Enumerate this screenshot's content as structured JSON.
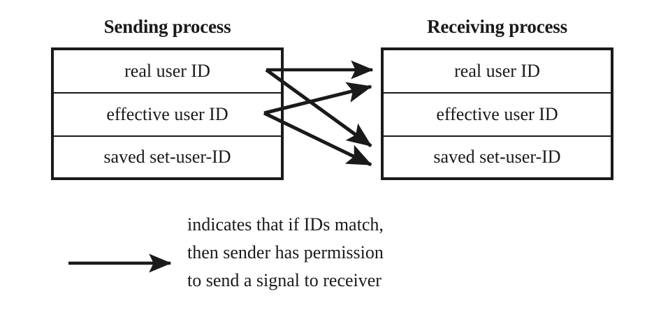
{
  "figure": {
    "kind": "permission-diagram",
    "ink_color": "#1a1a1a",
    "background_color": "#ffffff"
  },
  "sending": {
    "title": "Sending process",
    "rows": [
      {
        "label": "real user ID"
      },
      {
        "label": "effective user ID"
      },
      {
        "label": "saved set-user-ID"
      }
    ]
  },
  "receiving": {
    "title": "Receiving process",
    "rows": [
      {
        "label": "real user ID"
      },
      {
        "label": "effective user ID"
      },
      {
        "label": "saved set-user-ID"
      }
    ]
  },
  "arrows": [
    {
      "id": "real-to-real",
      "from": "sending.real user ID",
      "to": "receiving.real user ID"
    },
    {
      "id": "real-to-saved",
      "from": "sending.real user ID",
      "to": "receiving.saved set-user-ID"
    },
    {
      "id": "effective-to-real",
      "from": "sending.effective user ID",
      "to": "receiving.real user ID"
    },
    {
      "id": "effective-to-saved",
      "from": "sending.effective user ID",
      "to": "receiving.saved set-user-ID"
    }
  ],
  "legend": {
    "arrow_glyph": "arrow-right-icon",
    "lines": [
      "indicates that if IDs match,",
      "then sender has permission",
      "to send a signal to receiver"
    ]
  }
}
